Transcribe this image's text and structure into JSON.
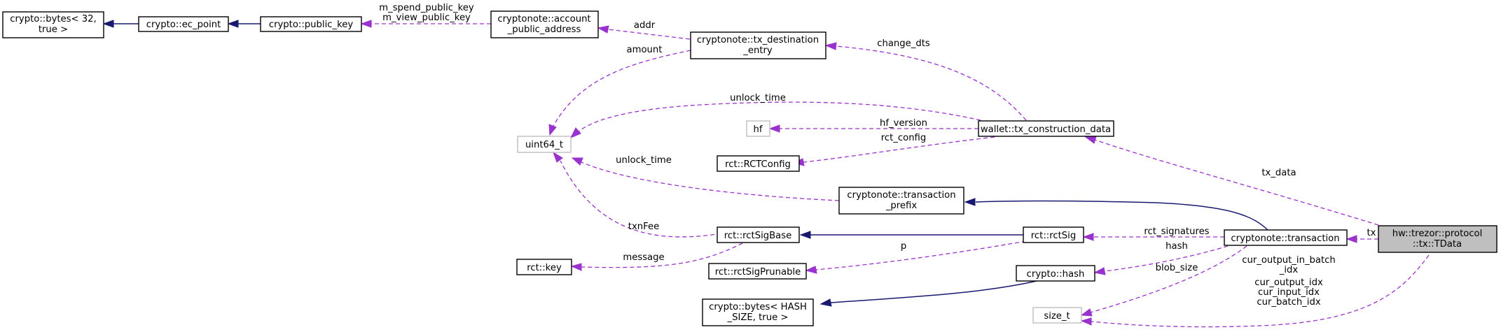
{
  "nodes": {
    "crypto_bytes_32": [
      "crypto::bytes< 32,",
      "true >"
    ],
    "crypto_ec_point": [
      "crypto::ec_point"
    ],
    "crypto_public_key": [
      "crypto::public_key"
    ],
    "account_public_address": [
      "cryptonote::account",
      "_public_address"
    ],
    "tx_destination_entry": [
      "cryptonote::tx_destination",
      "_entry"
    ],
    "uint64_t": [
      "uint64_t"
    ],
    "hf": [
      "hf"
    ],
    "tx_construction_data": [
      "wallet::tx_construction_data"
    ],
    "rct_config": [
      "rct::RCTConfig"
    ],
    "transaction_prefix": [
      "cryptonote::transaction",
      "_prefix"
    ],
    "rct_sig_base": [
      "rct::rctSigBase"
    ],
    "rct_sig": [
      "rct::rctSig"
    ],
    "transaction": [
      "cryptonote::transaction"
    ],
    "tdata": [
      "hw::trezor::protocol",
      "::tx::TData"
    ],
    "rct_key": [
      "rct::key"
    ],
    "rct_sig_prunable": [
      "rct::rctSigPrunable"
    ],
    "crypto_hash": [
      "crypto::hash"
    ],
    "crypto_bytes_hash": [
      "crypto::bytes< HASH",
      "_SIZE, true >"
    ],
    "size_t": [
      "size_t"
    ]
  },
  "edge_labels": {
    "public_key_to_address": [
      "m_spend_public_key",
      "m_view_public_key"
    ],
    "address_to_dest": [
      "addr"
    ],
    "uint64_to_dest": [
      "amount"
    ],
    "dest_to_construction": [
      "change_dts"
    ],
    "uint64_to_construction": [
      "unlock_time"
    ],
    "hf_to_construction": [
      "hf_version"
    ],
    "config_to_construction": [
      "rct_config"
    ],
    "construction_to_tdata": [
      "tx_data"
    ],
    "uint64_to_prefix": [
      "unlock_time"
    ],
    "uint64_to_sigbase": [
      "txnFee"
    ],
    "key_to_sigbase": [
      "message"
    ],
    "sig_to_transaction": [
      "rct_signatures"
    ],
    "transaction_to_tdata": [
      "tx"
    ],
    "prunable_to_sig": [
      "p"
    ],
    "hash_to_transaction": [
      "hash"
    ],
    "size_to_transaction": [
      "blob_size"
    ],
    "size_to_tdata": [
      "cur_output_in_batch",
      "_idx",
      "cur_output_idx",
      "cur_input_idx",
      "cur_batch_idx"
    ]
  },
  "colors": {
    "inheritance_edge": "#191970",
    "member_edge": "#9a32cd",
    "external_node_border": "#bfbfbf",
    "focus_node_fill": "#bfbfbf"
  }
}
